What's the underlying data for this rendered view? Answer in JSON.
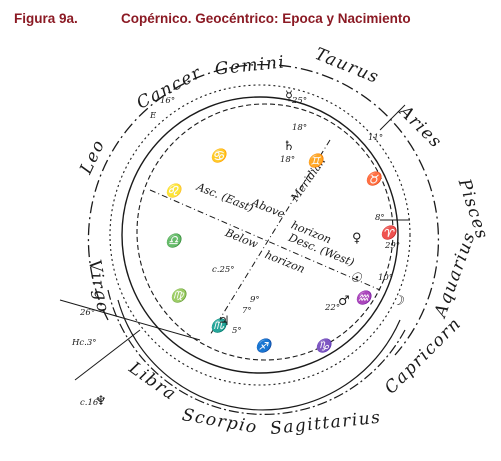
{
  "header": {
    "figure_label": "Figura 9a.",
    "title": "Copérnico. Geocéntrico: Epoca y Nacimiento"
  },
  "colors": {
    "header": "#8b1a24",
    "ink": "#1a1a1a"
  },
  "zodiac": {
    "cancer": "Cancer",
    "gemini": "Gemini",
    "taurus": "Taurus",
    "aries": "Aries",
    "pisces": "Pisces",
    "aquarius": "Aquarius",
    "capricorn": "Capricorn",
    "sagittarius": "Sagittarius",
    "scorpio": "Scorpio",
    "libra": "Libra",
    "virgo": "Virgo",
    "leo": "Leo"
  },
  "inner": {
    "asc": "Asc. (East)",
    "desc": "Desc. (West)",
    "above": "Above",
    "horizon1": "horizon",
    "below": "Below",
    "horizon2": "horizon",
    "meridian": "Meridian"
  },
  "annotations": {
    "deg_16": "16°",
    "deg_25": "25°",
    "deg_18a": "18°",
    "deg_18b": "18°",
    "deg_11": "11°",
    "deg_8": "8°",
    "deg_29": "29°",
    "deg_10": "10°",
    "deg_22": "22°",
    "c25": "c.25°",
    "deg_9": "9°",
    "deg_7": "7°",
    "deg_5": "5°",
    "deg_26": "26°",
    "hc3": "Hc.3°",
    "c16": "c.16°",
    "e_label": "E"
  },
  "glyphs": {
    "cancer_g": "♋",
    "gemini_g": "♊",
    "taurus_g": "♉",
    "leo_g": "♌",
    "virgo_g": "♍",
    "libra_g": "♎",
    "scorpio_g": "♏",
    "sagittarius_g": "♐",
    "capricorn_g": "♑",
    "aquarius_g": "♒",
    "aries_g": "♈",
    "saturn": "♄",
    "mercury": "☿",
    "venus": "♀",
    "mars": "♂",
    "jupiter": "♃",
    "moon": "☽",
    "neptune": "♆",
    "sun": "☉"
  }
}
